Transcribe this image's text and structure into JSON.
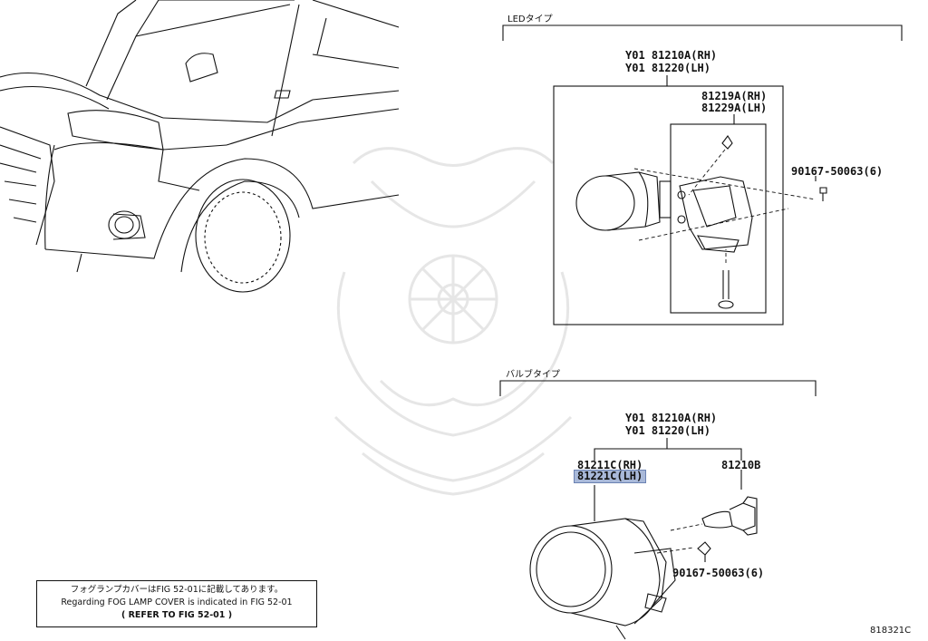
{
  "sections": {
    "led_title": "LEDタイプ",
    "bulb_title": "バルブタイプ"
  },
  "led": {
    "assy_rh": "Y01 81210A(RH)",
    "assy_lh": "Y01 81220(LH)",
    "unit_rh": "81219A(RH)",
    "unit_lh": "81229A(LH)",
    "screw": "90167-50063(6)"
  },
  "bulb": {
    "assy_rh": "Y01 81210A(RH)",
    "assy_lh": "Y01 81220(LH)",
    "unit_rh": "81211C(RH)",
    "unit_lh": "81221C(LH)",
    "bulb_part": "81210B",
    "screw": "90167-50063(6)"
  },
  "note": {
    "line_jp": "フォグランプカバーはFIG 52-01に記載してあります。",
    "line_en": "Regarding FOG LAMP COVER is indicated in FIG 52-01",
    "line_ref": "(  REFER TO FIG 52-01  )"
  },
  "figure_id": "818321C",
  "colors": {
    "line": "#111111",
    "highlight": "#a9b9d9",
    "watermark": "#e6e6e6"
  }
}
